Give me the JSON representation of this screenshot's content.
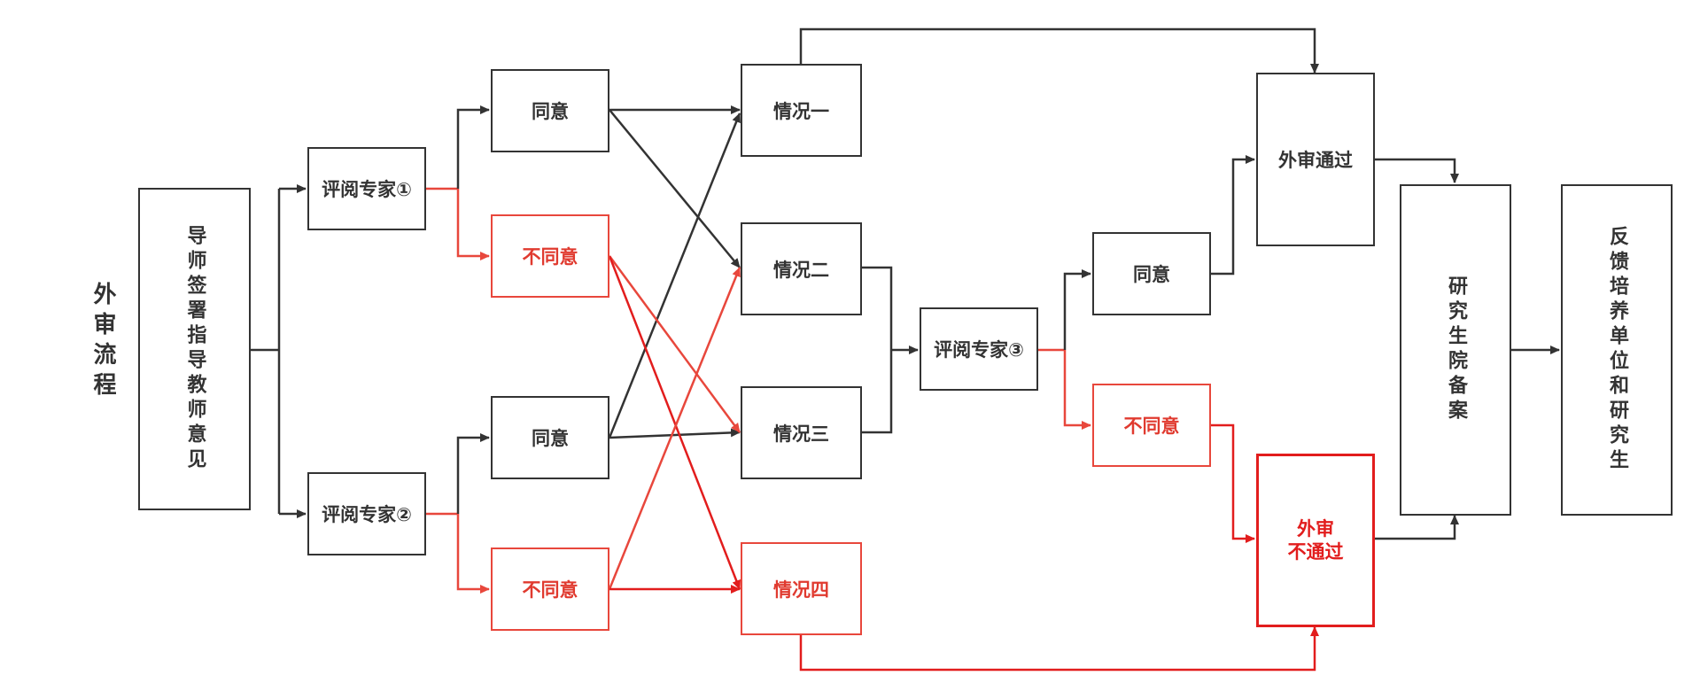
{
  "title": "外审流程",
  "nodes": {
    "advisor": "导师签署指导教师意见",
    "expert1": "评阅专家①",
    "expert2": "评阅专家②",
    "agree1": "同意",
    "disagree1": "不同意",
    "agree2": "同意",
    "disagree2": "不同意",
    "case1": "情况一",
    "case2": "情况二",
    "case3": "情况三",
    "case4": "情况四",
    "expert3": "评阅专家③",
    "agree3": "同意",
    "disagree3": "不同意",
    "pass": "外审通过",
    "fail": "外审\n不通过",
    "graduate_school": "研究生院备案",
    "feedback": "反馈培养单位和研究生"
  },
  "colors": {
    "black": "#333333",
    "red": "#e8473c",
    "red_strong": "#e21d1d"
  }
}
